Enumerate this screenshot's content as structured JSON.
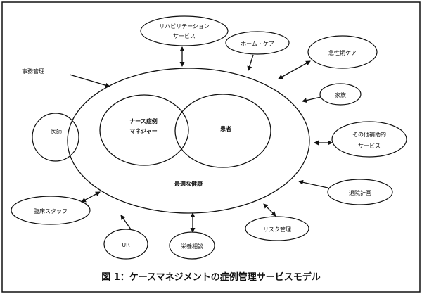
{
  "diagram": {
    "center_left_lines": [
      "ナース症例",
      "マネジャー"
    ],
    "center_right": "患者",
    "outer_caption": "最適な健康",
    "inner_left": "医師",
    "rehab_lines": [
      "リハビリテーション",
      "サービス"
    ],
    "home_care": "ホーム・ケア",
    "acute_care": "急性期ケア",
    "office": "事務管理",
    "family": "家族",
    "other_aux_lines": [
      "その他補助的",
      "サービス"
    ],
    "discharge": "退院計画",
    "clinical_staff": "臨床スタッフ",
    "risk": "リスク管理",
    "ur": "UR",
    "nutrition": "栄養相談"
  },
  "caption": "図 1：ケースマネジメントの症例管理サービスモデル",
  "colors": {
    "ink": "#111111",
    "background": "#ffffff"
  }
}
